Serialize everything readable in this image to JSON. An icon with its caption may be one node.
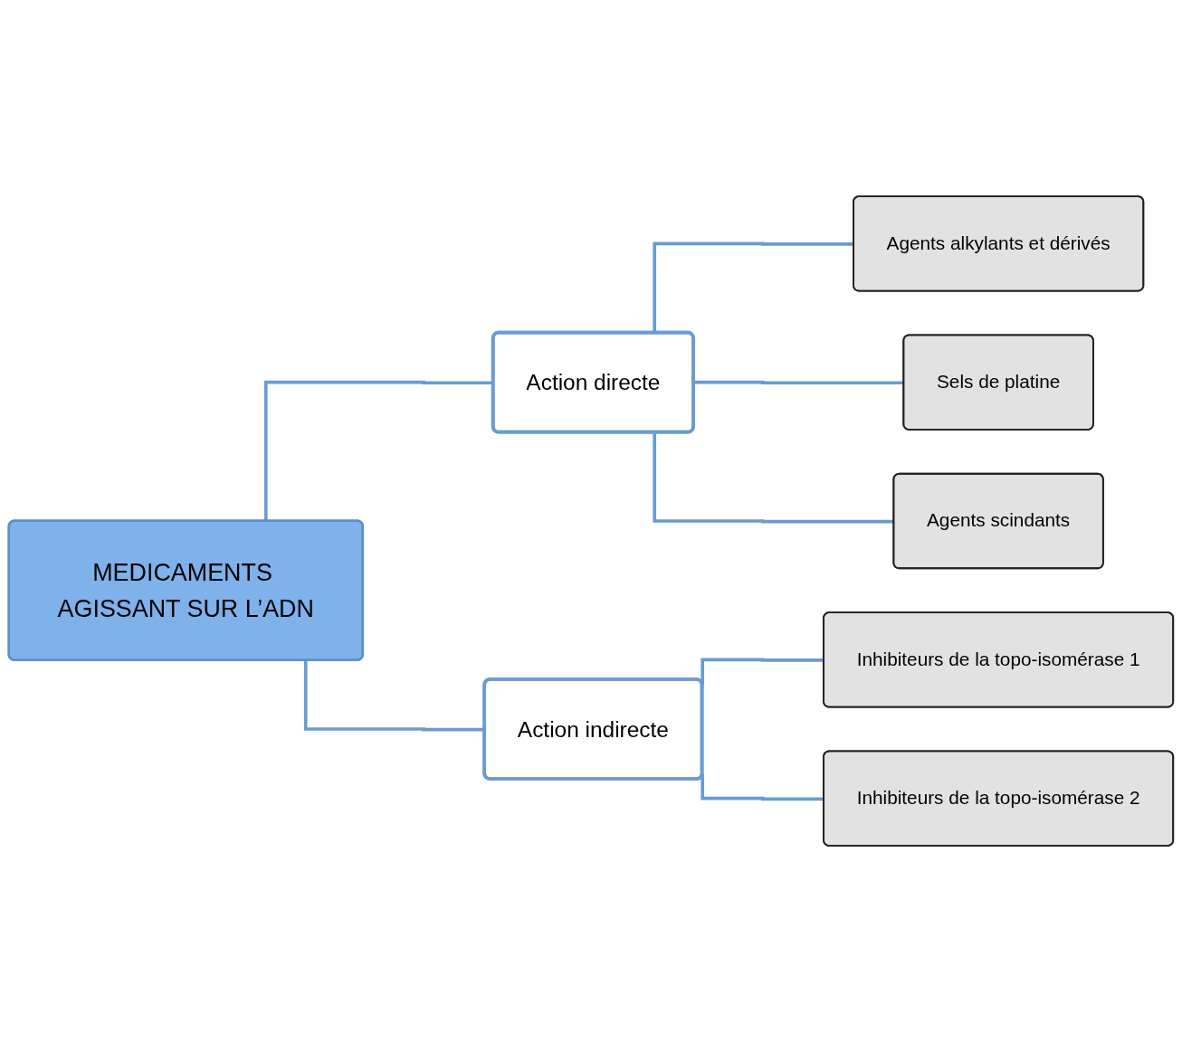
{
  "diagram": {
    "nodes": [
      {
        "text": [
          "MEDICAMENTS AGISSANT SUR L’ADN"
        ]
      },
      {
        "text": [
          "Action directe"
        ]
      },
      {
        "text": [
          "Action indirecte"
        ]
      },
      {
        "text": [
          "Agents alkylants et dérivés"
        ]
      },
      {
        "text": [
          "Sels de platine"
        ]
      },
      {
        "text": [
          "Agents scindants"
        ]
      },
      {
        "text": [
          "Inhibiteurs de la topo-isomérase 1"
        ]
      },
      {
        "text": [
          "Inhibiteurs de la topo-isomérase 2"
        ]
      }
    ],
    "edges": [
      {
        "from": 0,
        "to": 1,
        "arrow": "none"
      },
      {
        "from": 0,
        "to": 2,
        "arrow": "none"
      },
      {
        "from": 1,
        "to": 3,
        "arrow": "none"
      },
      {
        "from": 1,
        "to": 4,
        "arrow": "none"
      },
      {
        "from": 1,
        "to": 5,
        "arrow": "none"
      },
      {
        "from": 2,
        "to": 6,
        "arrow": "none"
      },
      {
        "from": 2,
        "to": 7,
        "arrow": "none"
      }
    ]
  }
}
